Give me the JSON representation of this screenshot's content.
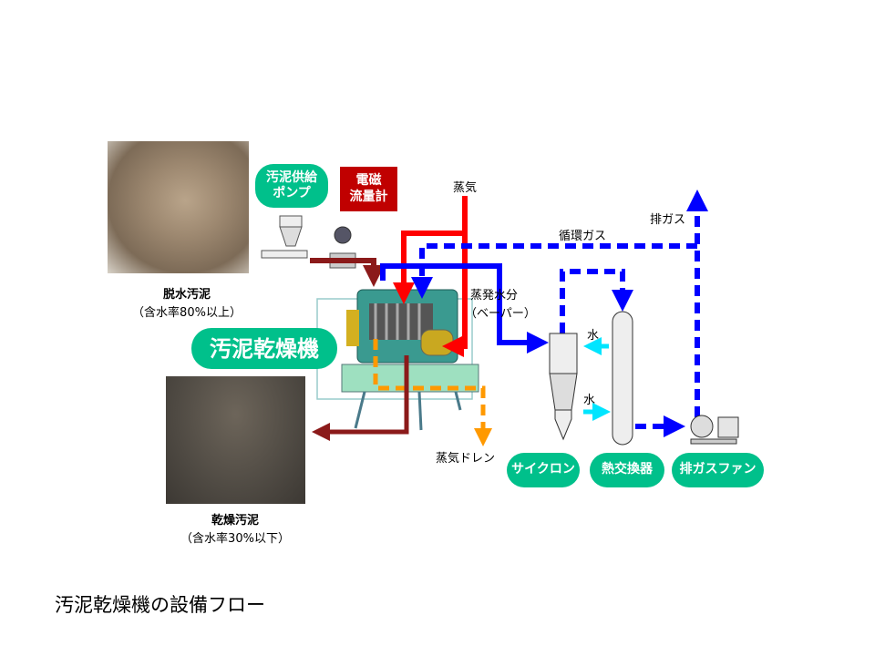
{
  "title": "汚泥乾燥機の設備フロー",
  "dewatered_sludge": {
    "label": "脱水汚泥",
    "note": "（含水率80%以上）"
  },
  "dried_sludge": {
    "label": "乾燥汚泥",
    "note": "（含水率30%以下）"
  },
  "badges": {
    "pump": [
      "汚泥供給",
      "ポンプ"
    ],
    "flowmeter": [
      "電磁",
      "流量計"
    ],
    "dryer": "汚泥乾燥機",
    "cyclone": "サイクロン",
    "heat_exchanger": "熱交換器",
    "exhaust_fan": "排ガスファン"
  },
  "flow_labels": {
    "steam": "蒸気",
    "vapor": [
      "蒸発水分",
      "（ベーパー）"
    ],
    "circulating_gas": "循環ガス",
    "exhaust_gas": "排ガス",
    "water_out": "水",
    "water_in": "水",
    "steam_drain": "蒸気ドレン"
  },
  "colors": {
    "badge": "#00c08b",
    "flowmeter": "#c00000",
    "steam": "#ff0000",
    "gas": "#0000ff",
    "sludge": "#8b1a1a",
    "drain": "#ff9900",
    "water": "#00e5ff"
  }
}
